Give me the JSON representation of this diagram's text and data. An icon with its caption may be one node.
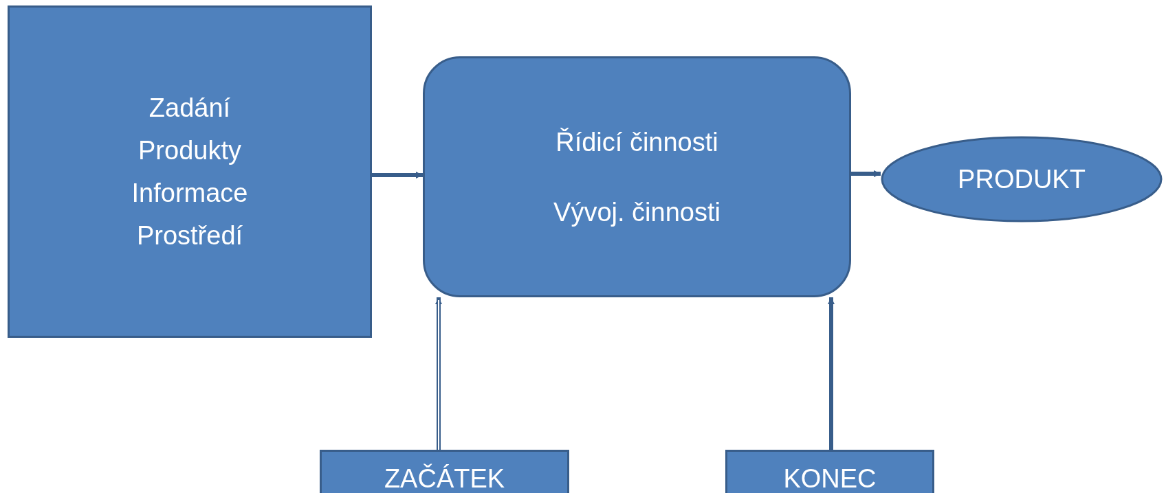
{
  "diagram": {
    "nodes": [
      {
        "text": [
          "Zadání",
          "Produkty",
          "Informace",
          "Prostředí"
        ]
      },
      {
        "text": [
          "Řídicí činnosti",
          "Vývoj. činnosti"
        ]
      },
      {
        "text": [
          "PRODUKT"
        ]
      },
      {
        "text": [
          "ZAČÁTEK"
        ]
      },
      {
        "text": [
          "KONEC"
        ]
      }
    ],
    "edges": [
      {
        "from": 0,
        "to": 1,
        "arrow": "to"
      },
      {
        "from": 1,
        "to": 2,
        "arrow": "to"
      },
      {
        "from": 3,
        "to": 1,
        "arrow": "to"
      },
      {
        "from": 4,
        "to": 1,
        "arrow": "to"
      }
    ]
  }
}
